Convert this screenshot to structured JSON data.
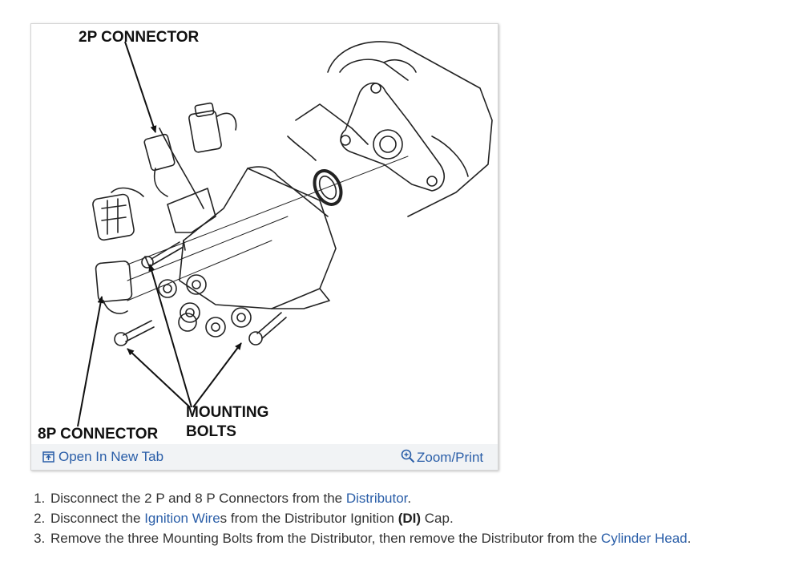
{
  "figure": {
    "labels": {
      "connector_2p": "2P CONNECTOR",
      "connector_8p": "8P CONNECTOR",
      "mounting_line1": "MOUNTING",
      "mounting_line2": "BOLTS"
    },
    "toolbar": {
      "open_new_tab": "Open In New Tab",
      "zoom_print": "Zoom/Print"
    }
  },
  "steps": [
    {
      "pre": "Disconnect the 2 P and 8 P Connectors from the ",
      "link": "Distributor",
      "post": "."
    },
    {
      "pre": "Disconnect the ",
      "link": "Ignition Wire",
      "mid": "s from the Distributor Ignition ",
      "bold": "(DI)",
      "post": " Cap."
    },
    {
      "pre": "Remove the three Mounting Bolts from the Distributor, then remove the Distributor from the ",
      "link": "Cylinder Head",
      "post": "."
    }
  ]
}
